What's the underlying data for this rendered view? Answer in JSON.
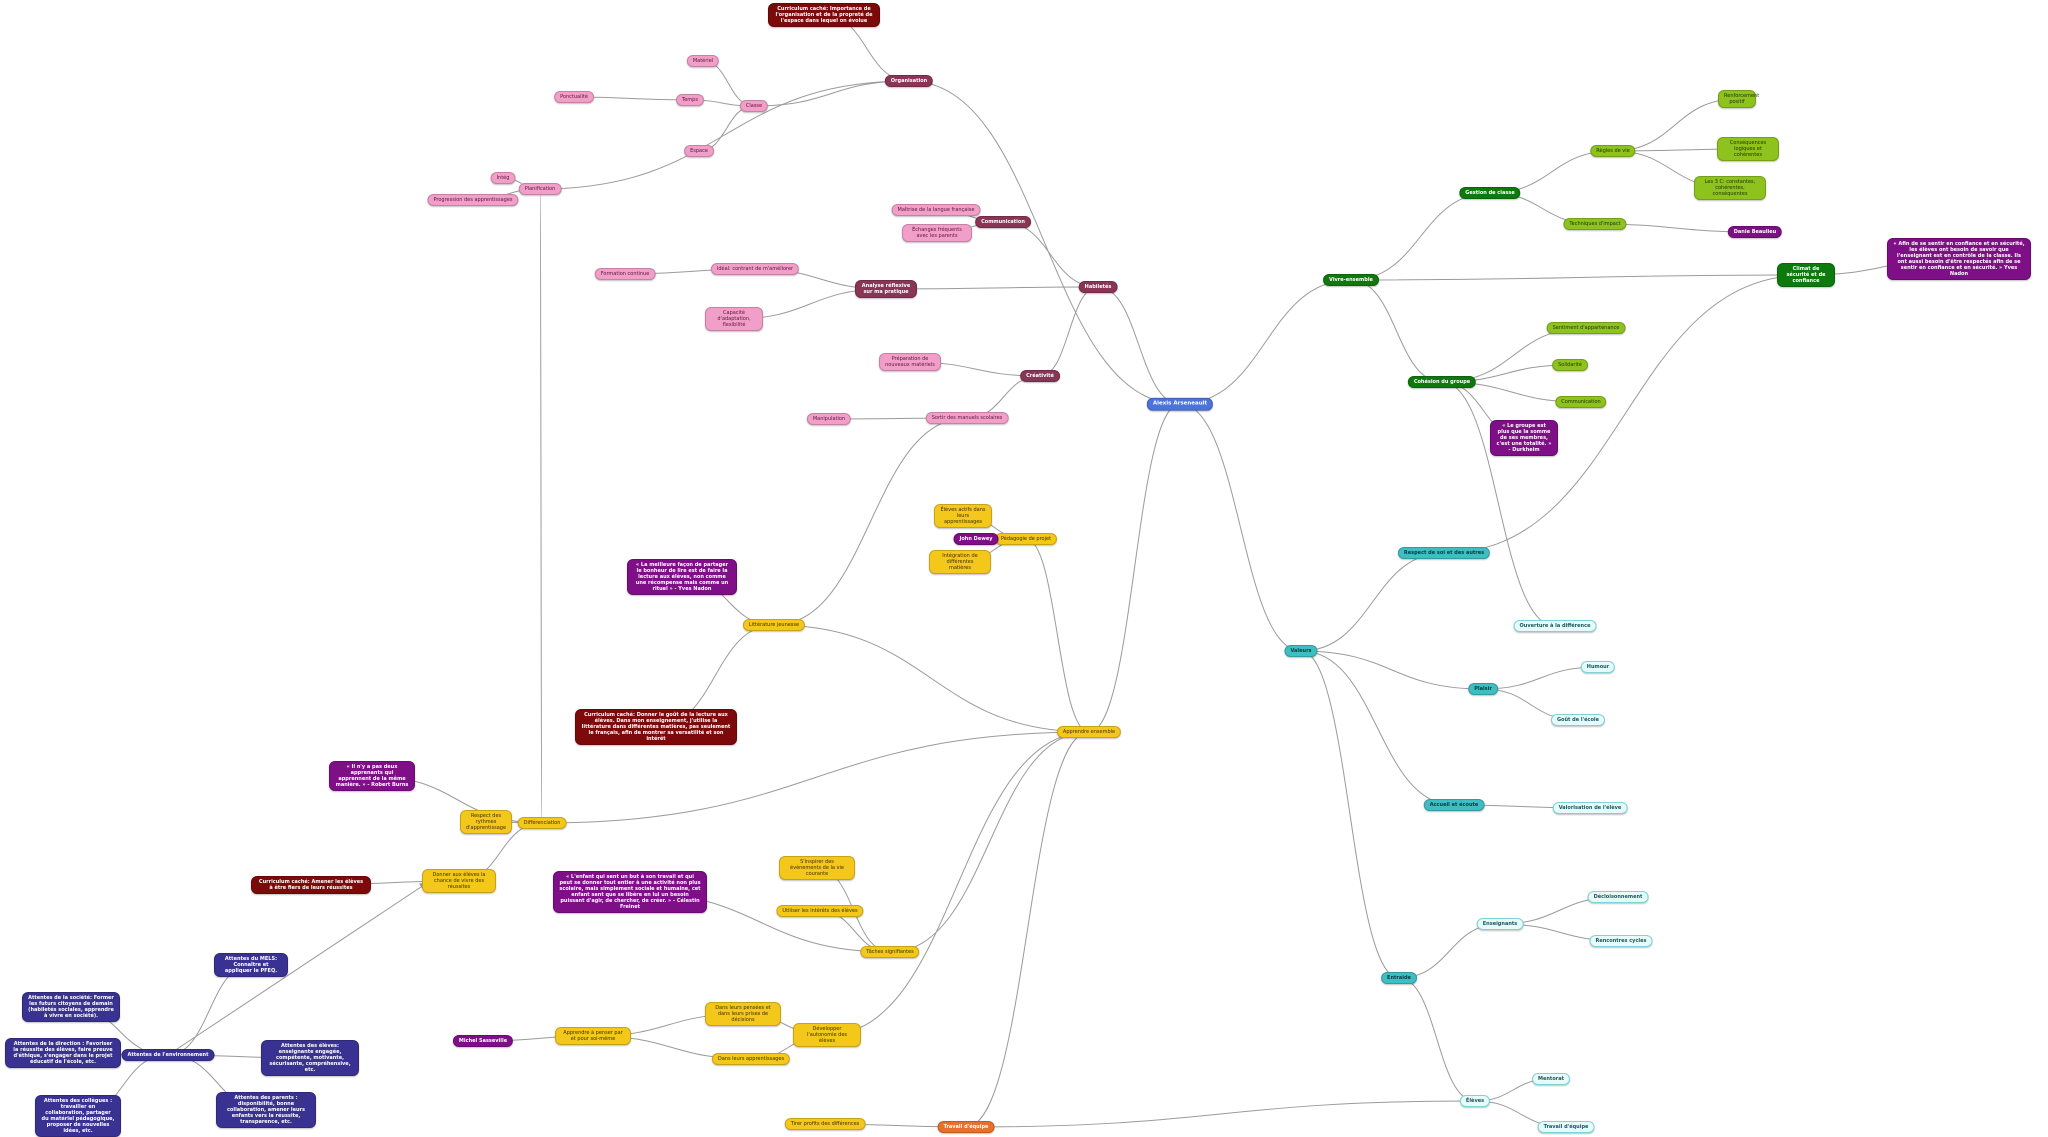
{
  "root": "Alexis Arseneault",
  "organisation": {
    "label": "Organisation",
    "curriculum": "Curriculum caché: Importance de l'organisation et de la propreté de l'espace dans lequel on évolue",
    "planification": {
      "label": "Planification",
      "items": [
        "Intég",
        "Progression des apprentissages"
      ]
    },
    "classe": {
      "label": "Classe",
      "items": [
        "Matériel",
        "Espace"
      ],
      "temps": {
        "label": "Temps",
        "items": [
          "Ponctualité"
        ]
      }
    }
  },
  "habiletes": {
    "label": "Habiletés",
    "communication": {
      "label": "Communication",
      "items": [
        "Maîtrise de la langue française",
        "Échanges fréquents avec les parents"
      ]
    },
    "analyse": {
      "label": "Analyse réflexive sur ma pratique",
      "items": [
        "Capacité d'adaptation, flexibilité"
      ],
      "ideal": {
        "label": "Idéal: contrant de m'améliorer",
        "items": [
          "Formation continue"
        ]
      }
    },
    "creativite": {
      "label": "Créativité",
      "items": [
        "Préparation de nouveaux matériels"
      ],
      "sortir": {
        "label": "Sortir des manuels scolaires",
        "items": [
          "Manipulation"
        ]
      }
    }
  },
  "apprendre": {
    "label": "Apprendre ensemble",
    "pedagogie": {
      "label": "Pédagogie de projet",
      "items": [
        "Élèves actifs dans leurs apprentissages",
        "John Dewey",
        "Intégration de différentes matières"
      ]
    },
    "litterature": {
      "label": "Littérature jeunesse",
      "items": [
        "« La meilleure façon de partager le bonheur de lire est de faire la lecture aux élèves, non comme une récompense mais comme un rituel » - Yves Nadon",
        "Curriculum caché: Donner le goût de la lecture aux élèves. Dans mon enseignement, j'utilise la littérature dans différentes matières, pas seulement le français, afin de montrer sa versatilité et son intérêt"
      ]
    },
    "differenciation": {
      "label": "Différenciation",
      "items": [
        "« Il n'y a pas deux apprenants qui apprennent de la même manière. » - Robert Burns",
        "Respect des rythmes d'apprentissage"
      ],
      "donner": {
        "label": "Donner aux élèves la chance de vivre des réussites",
        "items": [
          "Curriculum caché: Amener les élèves à être fiers de leurs réussites"
        ]
      }
    },
    "taches": {
      "label": "Tâches signifiantes",
      "items": [
        "S'inspirer des évènements de la vie courante",
        "« L'enfant qui sent un but à son travail et qui peut se donner tout entier à une activité non plus scolaire, mais simplement sociale et humaine, cet enfant sent que se libère en lui un besoin puissant d'agir, de chercher, de créer. » - Célestin Freinet",
        "Utiliser les intérêts des élèves"
      ]
    },
    "autonomie": {
      "label": "Développer l'autonomie des élèves",
      "items": [
        "Dans leurs pensées et dans leurs prises de décisions",
        "Dans leurs apprentissages"
      ],
      "apprendre_penser": {
        "label": "Apprendre à penser par et pour soi-même",
        "items": [
          "Michel Sasseville"
        ]
      }
    },
    "travail": {
      "label": "Travail d'équipe",
      "items": [
        "Tirer profits des différences"
      ]
    }
  },
  "environnement": {
    "label": "Attentes de l'environnement",
    "items": [
      "Attentes du MELS: Connaître et appliquer le PFEQ.",
      "Attentes de la société: Former les futurs citoyens de demain (habiletés sociales, apprendre à vivre en société).",
      "Attentes de la direction : Favoriser la réussite des élèves, faire preuve d'éthique, s'engager dans le projet éducatif de l'école, etc.",
      "Attentes des élèves: enseignante engagée, compétente, motivante, sécurisante, compréhensive, etc.",
      "Attentes des collègues : travailler en collaboration, partager du matériel pédagogique, proposer de nouvelles idées, etc.",
      "Attentes des parents : disponibilité, bonne collaboration, amener leurs enfants vers la réussite, transparence, etc."
    ]
  },
  "vivre": {
    "label": "Vivre-ensemble",
    "gestion": {
      "label": "Gestion de classe",
      "regles": {
        "label": "Règles de vie",
        "items": [
          "Renforcement positif",
          "Conséquences logiques et cohérentes",
          "Les 3 C: constantes, cohérentes, conséquentes"
        ]
      },
      "techniques": {
        "label": "Techniques d'impact",
        "items": [
          "Danie Beaulieu"
        ]
      }
    },
    "climat": {
      "label": "Climat de sécurité et de confiance",
      "items": [
        "« Afin de se sentir en confiance et en sécurité, les élèves ont besoin de savoir que l'enseignant est en contrôle de la classe. Ils ont aussi besoin d'être respectés afin de se sentir en confiance et en sécurité. » Yves Nadon"
      ]
    },
    "cohesion": {
      "label": "Cohésion du groupe",
      "items": [
        "Sentiment d'appartenance",
        "Solidarité",
        "Communication",
        "« Le groupe est plus que la somme de ses membres, c'est une totalité. » - Durkheim"
      ]
    }
  },
  "valeurs": {
    "label": "Valeurs",
    "respect": {
      "label": "Respect de soi et des autres",
      "items": [
        "Ouverture à la différence"
      ]
    },
    "plaisir": {
      "label": "Plaisir",
      "items": [
        "Humour",
        "Goût de l'école"
      ]
    },
    "accueil": {
      "label": "Accueil et écoute",
      "items": [
        "Valorisation de l'élève"
      ]
    },
    "entraide": {
      "label": "Entraide",
      "enseignants": {
        "label": "Enseignants",
        "items": [
          "Décloisonnement",
          "Rencontres cycles"
        ]
      },
      "eleves": {
        "label": "Élèves",
        "items": [
          "Mentorat",
          "Travail d'équipe"
        ]
      }
    }
  }
}
